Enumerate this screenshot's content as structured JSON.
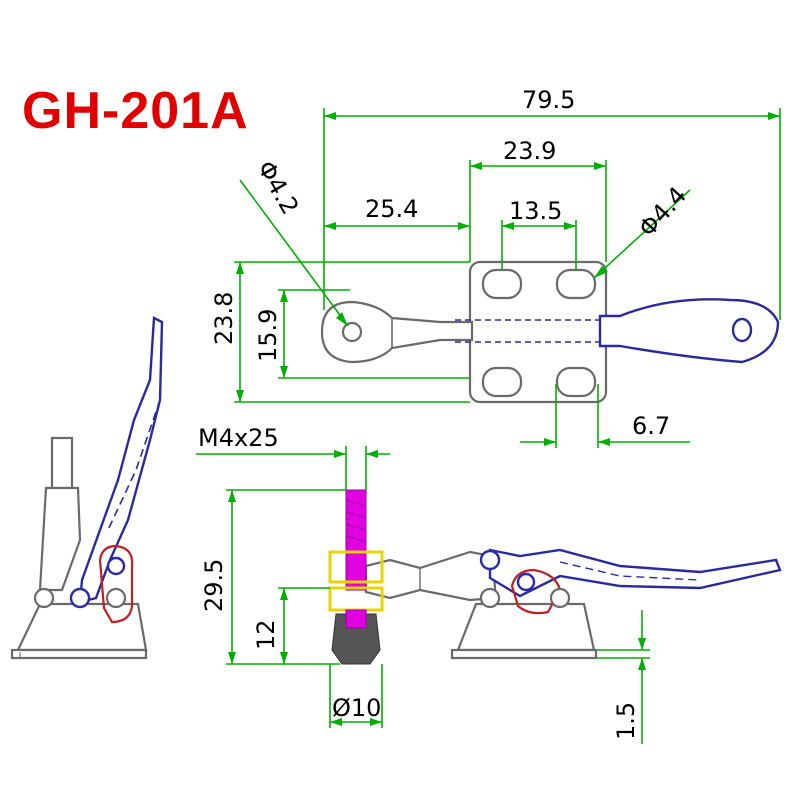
{
  "title": "GH-201A",
  "dimensions": {
    "overall_length": "79.5",
    "hole_spacing_outer": "23.9",
    "pivot_to_plate": "25.4",
    "hole_spacing_inner": "13.5",
    "height_outer": "23.8",
    "height_inner": "15.9",
    "hole_dia_left": "Φ4.2",
    "hole_dia_right": "Φ4.4",
    "plate_offset": "6.7",
    "bolt_size": "M4x25",
    "bolt_height": "29.5",
    "pad_height": "12",
    "pad_dia": "Ø10",
    "base_thickness": "1.5"
  },
  "colors": {
    "title": "#e00000",
    "dimension_lines": "#00b000",
    "bolt": "#e000e0",
    "nut": "#e8d400",
    "lever": "#2a2aa0",
    "pivot_red": "#c02020"
  }
}
